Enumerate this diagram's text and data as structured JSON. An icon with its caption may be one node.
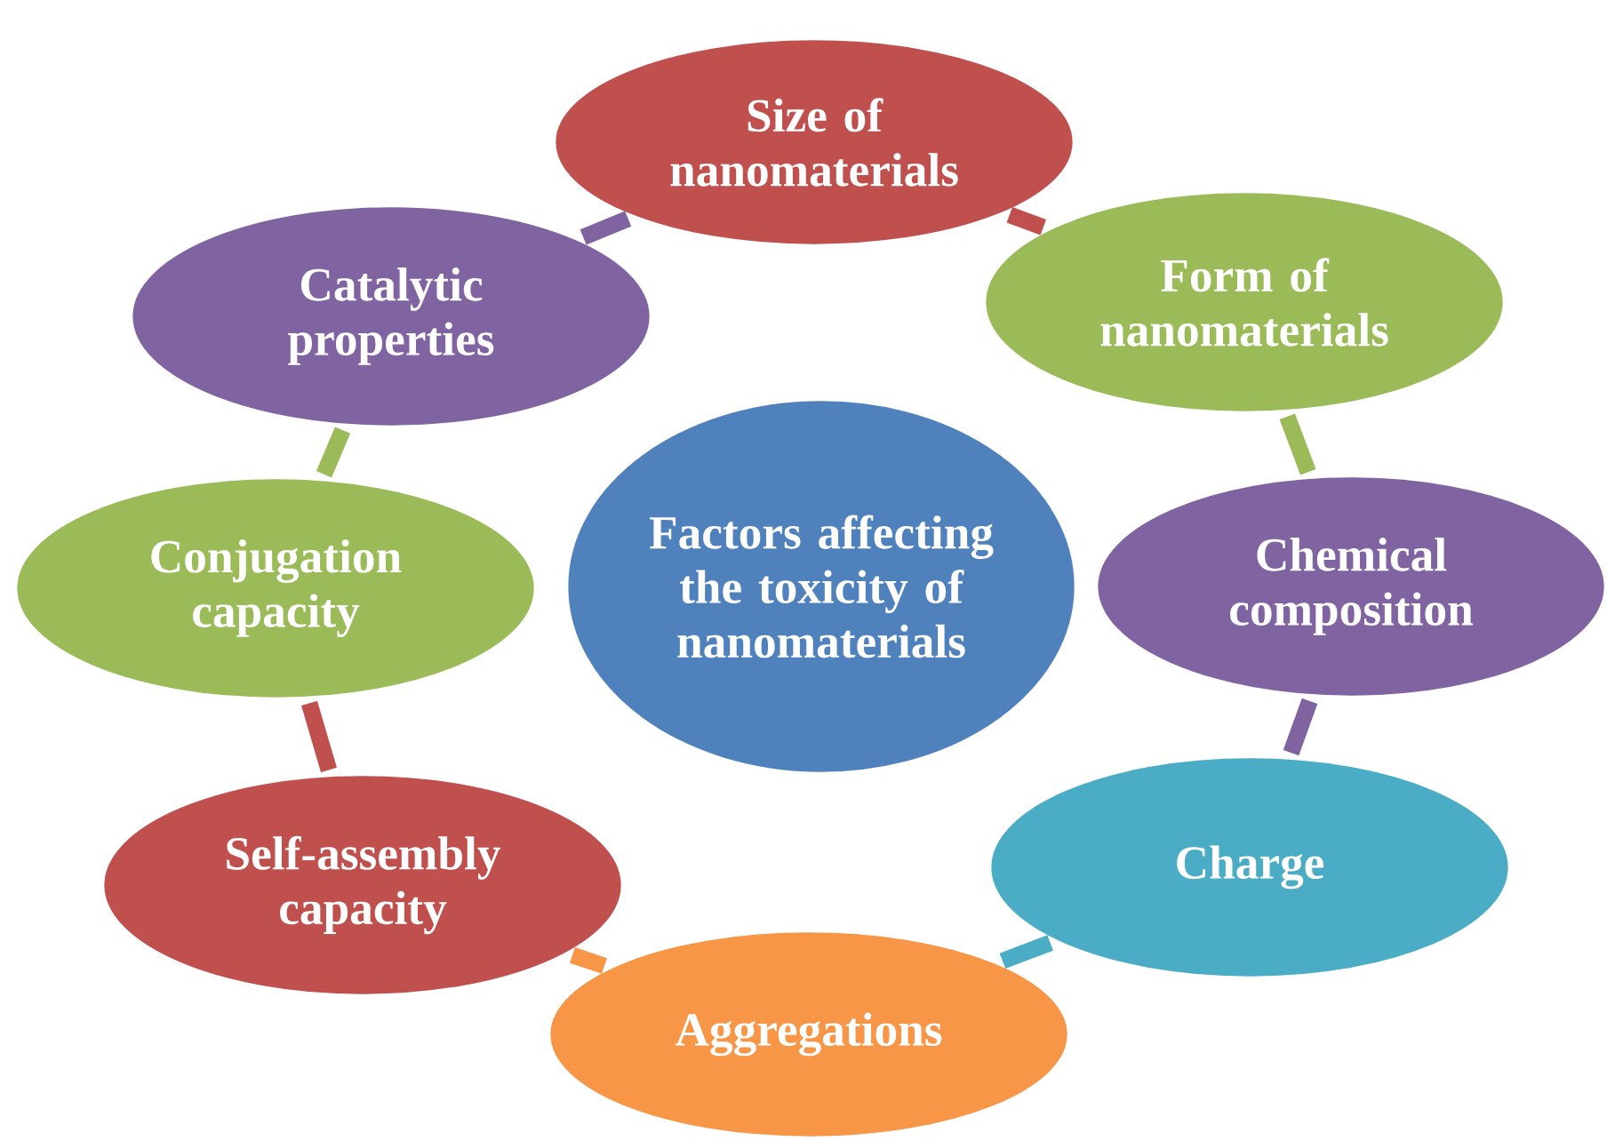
{
  "diagram": {
    "nodes": [
      {
        "text": [
          "Factors affecting the toxicity of nanomaterials"
        ]
      },
      {
        "text": [
          "Size of nanomaterials"
        ]
      },
      {
        "text": [
          "Form of nanomaterials"
        ]
      },
      {
        "text": [
          "Chemical composition"
        ]
      },
      {
        "text": [
          "Charge"
        ]
      },
      {
        "text": [
          "Aggregations"
        ]
      },
      {
        "text": [
          "Self-assembly capacity"
        ]
      },
      {
        "text": [
          "Conjugation capacity"
        ]
      },
      {
        "text": [
          "Catalytic properties"
        ]
      }
    ],
    "edges": [
      {
        "from": 1,
        "to": 2,
        "arrow": "none",
        "color": "#c0504d"
      },
      {
        "from": 2,
        "to": 3,
        "arrow": "none",
        "color": "#9bbb59"
      },
      {
        "from": 3,
        "to": 4,
        "arrow": "none",
        "color": "#8064a2"
      },
      {
        "from": 4,
        "to": 5,
        "arrow": "none",
        "color": "#4bacc6"
      },
      {
        "from": 5,
        "to": 6,
        "arrow": "none",
        "color": "#f79646"
      },
      {
        "from": 6,
        "to": 7,
        "arrow": "none",
        "color": "#c0504d"
      },
      {
        "from": 7,
        "to": 8,
        "arrow": "none",
        "color": "#9bbb59"
      },
      {
        "from": 8,
        "to": 1,
        "arrow": "none",
        "color": "#8064a2"
      }
    ]
  }
}
